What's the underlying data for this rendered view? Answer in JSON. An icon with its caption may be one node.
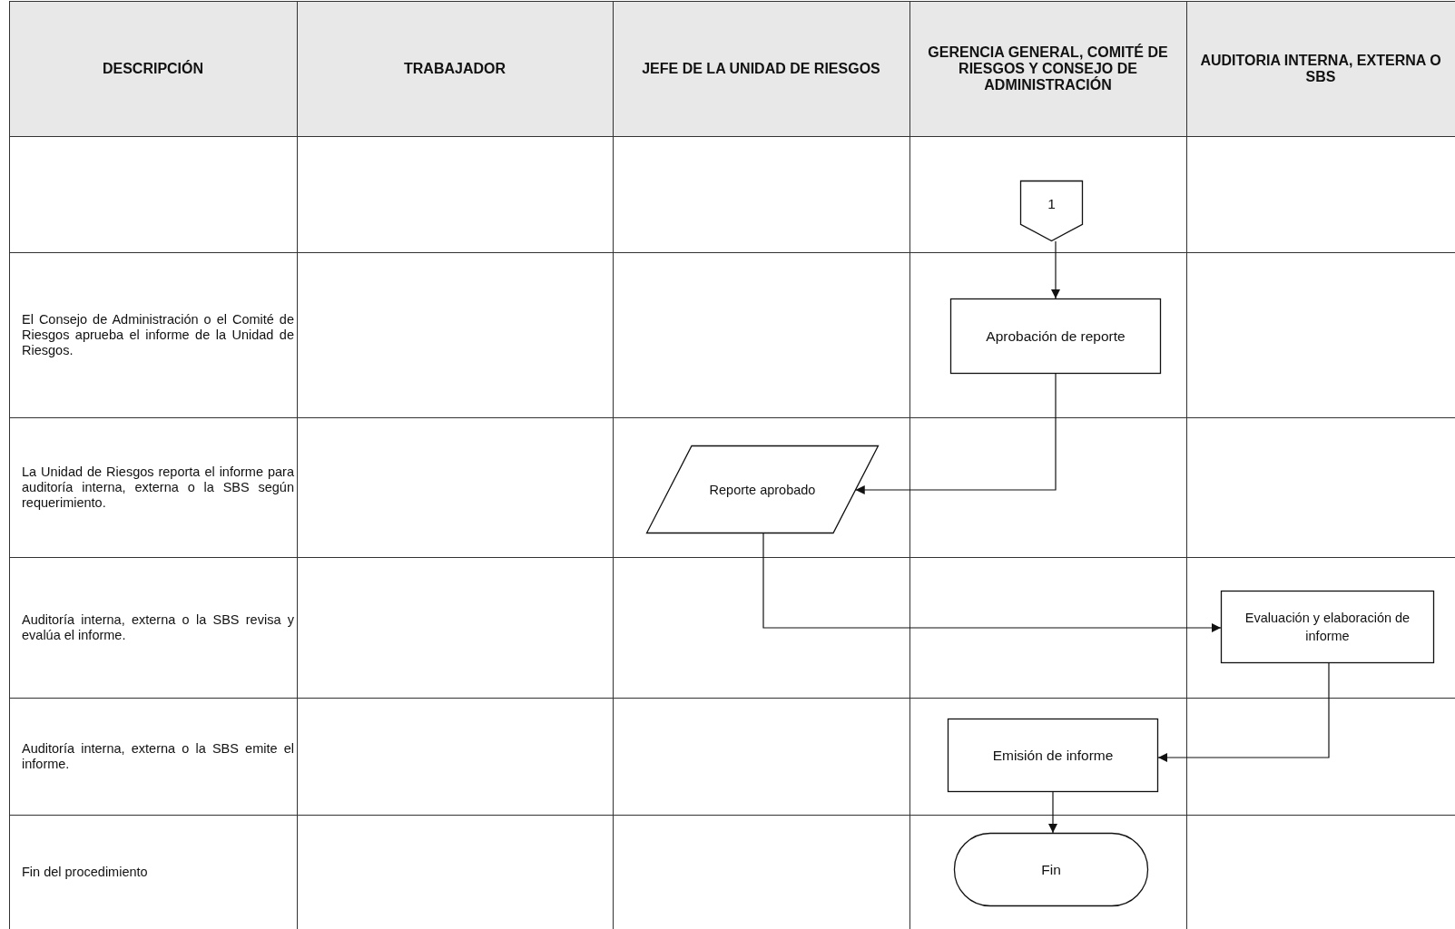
{
  "diagram": {
    "nodes": [
      {
        "text": [
          "1"
        ]
      },
      {
        "text": [
          "Aprobación de reporte"
        ]
      },
      {
        "text": [
          "Reporte aprobado"
        ]
      },
      {
        "text": [
          "Evaluación y elaboración de informe"
        ]
      },
      {
        "text": [
          "Emisión de informe"
        ]
      },
      {
        "text": [
          "Fin"
        ]
      }
    ],
    "edges": [
      {
        "from": 0,
        "to": 1,
        "arrow": "to"
      },
      {
        "from": 1,
        "to": 2,
        "arrow": "to"
      },
      {
        "from": 2,
        "to": 3,
        "arrow": "to"
      },
      {
        "from": 3,
        "to": 4,
        "arrow": "to"
      },
      {
        "from": 4,
        "to": 5,
        "arrow": "to"
      }
    ],
    "labels": [
      "DESCRIPCIÓN",
      "TRABAJADOR",
      "JEFE DE LA UNIDAD DE RIESGOS",
      "GERENCIA GENERAL, COMITÉ DE RIESGOS Y CONSEJO DE ADMINISTRACIÓN",
      "AUDITORIA INTERNA, EXTERNA O SBS",
      "El Consejo de Administración o el Comité de Riesgos aprueba el informe de la Unidad de Riesgos.",
      "La Unidad de Riesgos reporta el informe para auditoría interna, externa o la SBS según requerimiento.",
      "Auditoría interna, externa o la SBS revisa y evalúa el informe.",
      "Auditoría interna, externa o la SBS emite el informe.",
      "Fin del procedimiento"
    ]
  }
}
